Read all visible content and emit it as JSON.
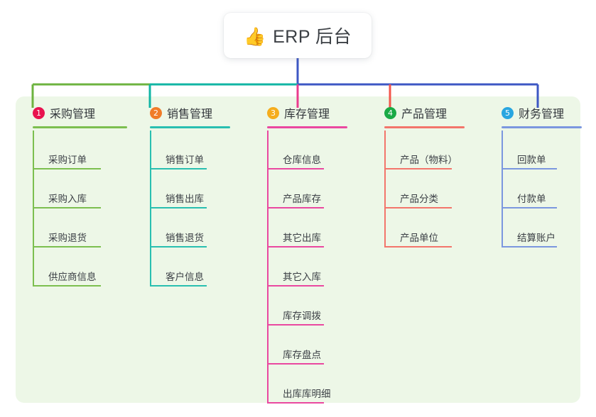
{
  "root": {
    "emoji": "👍",
    "emoji_name": "thumbs-up-icon",
    "title": "ERP 后台"
  },
  "canvas": {
    "background": "#ffffff",
    "panel_background": "#edf7e7"
  },
  "columns": [
    {
      "number": "1",
      "title": "采购管理",
      "badge_color": "#e8134f",
      "line_color": "#7cbf4f",
      "bus_color": "#6db33f",
      "items": [
        "采购订单",
        "采购入库",
        "采购退货",
        "供应商信息"
      ]
    },
    {
      "number": "2",
      "title": "销售管理",
      "badge_color": "#f07c28",
      "line_color": "#29bfb0",
      "bus_color": "#11b5a4",
      "items": [
        "销售订单",
        "销售出库",
        "销售退货",
        "客户信息"
      ]
    },
    {
      "number": "3",
      "title": "库存管理",
      "badge_color": "#f5ad1d",
      "line_color": "#ea48a0",
      "bus_color": "#ea3b8e",
      "items": [
        "仓库信息",
        "产品库存",
        "其它出库",
        "其它入库",
        "库存调拨",
        "库存盘点",
        "出库库明细"
      ]
    },
    {
      "number": "4",
      "title": "产品管理",
      "badge_color": "#1aaa46",
      "line_color": "#f3756b",
      "bus_color": "#f3564b",
      "items": [
        "产品（物料）",
        "产品分类",
        "产品单位"
      ]
    },
    {
      "number": "5",
      "title": "财务管理",
      "badge_color": "#29a6e0",
      "line_color": "#7b97df",
      "bus_color": "#3d57c4",
      "items": [
        "回款单",
        "付款单",
        "结算账户"
      ]
    }
  ],
  "connectors": {
    "root_stem_color": "#3d57c4",
    "bus_segments": [
      {
        "color": "#6db33f"
      },
      {
        "color": "#11b5a4"
      },
      {
        "color": "#3d57c4"
      }
    ]
  }
}
